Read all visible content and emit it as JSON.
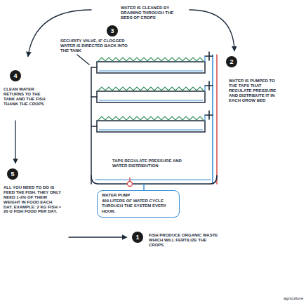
{
  "diagram": {
    "nodes": [
      {
        "text": [
          "3"
        ]
      },
      {
        "text": [
          "4"
        ]
      },
      {
        "text": [
          "2"
        ]
      },
      {
        "text": [
          "5"
        ]
      },
      {
        "text": [
          "WATER PUMP",
          "400 LITERS OF WATER CYCLE THROUGH THE SYSTEM EVERY HOUR."
        ]
      },
      {
        "text": [
          "1"
        ]
      }
    ],
    "labels": [
      "WATER IS CLEANED BY DRAINING THROUGH THE BEDS OF CROPS",
      "SECURITY VALVE, IF CLOGGED WATER IS DIRECTED BACK INTO THE TANK",
      "CLEAN WATER RETURNS TO THE TANK AND THE FISH THANK THE CROPS",
      "WATER IS PUMPED TO THE TAPS THAT REGULATE PRESSURE AND DISTRIBUTE IT IN EACH GROW BED",
      "TAPS REGULATE PRESSURE AND WATER DISTRIBUTION",
      "ALL YOU NEED TO DO IS FEED THE FISH. THEY ONLY NEED 1-2% OF THEIR WEIGHT IN FOOD EACH DAY. EXAMPLE: 2 KG FISH = 20 G FISH FOOD PER DAY.",
      "FISH PRODUCE ORGANIC WASTE WHICH WILL FERTILIZE THE CROPS",
      "agriculture"
    ]
  }
}
